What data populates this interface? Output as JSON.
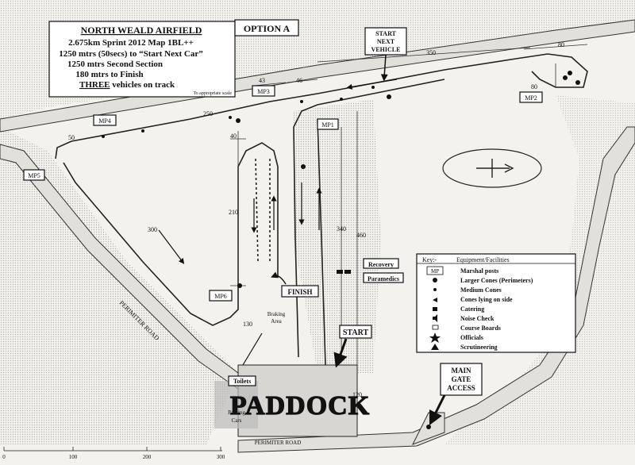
{
  "title_box": {
    "title": "NORTH WEALD AIRFIELD",
    "lines": [
      "2.675km Sprint 2012 Map 1BL++",
      "1250 mtrs (50secs) to “Start Next Car”",
      "1250 mtrs Second Section",
      "180 mtrs to Finish"
    ],
    "vehicles_prefix": "THREE",
    "vehicles_suffix": " vehicles on track",
    "scale_note": "To appropriate scale"
  },
  "option_label": "OPTION A",
  "start_next_vehicle": [
    "START",
    "NEXT",
    "VEHICLE"
  ],
  "marshal_posts": [
    "MP1",
    "MP2",
    "MP3",
    "MP4",
    "MP5",
    "MP6"
  ],
  "distances": [
    "350",
    "80",
    "80",
    "43",
    "46",
    "250",
    "50",
    "40",
    "210",
    "300",
    "340",
    "460",
    "130",
    "120"
  ],
  "labels": {
    "finish": "FINISH",
    "start": "START",
    "paddock": "PADDOCK",
    "recovery": "Recovery",
    "paramedics": "Paramedics",
    "toilets": "Toilets",
    "braking_area": [
      "Braking",
      "Area"
    ],
    "parking": [
      "Parking",
      "Cars"
    ],
    "main_gate": [
      "MAIN",
      "GATE",
      "ACCESS"
    ],
    "perimeter_road": "PERIMITER ROAD",
    "perimeter_road_bottom": "PERIMITER ROAD"
  },
  "key": {
    "header_left": "Key:-",
    "header_right": "Equipment/Facilities",
    "items": [
      {
        "symbol": "MP",
        "text": "Marshal posts"
      },
      {
        "symbol": "large-cone",
        "text": "Larger Cones  (Perimeters)"
      },
      {
        "symbol": "medium-cone",
        "text": "Medium Cones"
      },
      {
        "symbol": "cone-side",
        "text": "Cones lying on side"
      },
      {
        "symbol": "catering",
        "text": "Catering"
      },
      {
        "symbol": "noise",
        "text": "Noise Check"
      },
      {
        "symbol": "course-board",
        "text": "Course Boards"
      },
      {
        "symbol": "officials",
        "text": "Officials"
      },
      {
        "symbol": "scrutineering",
        "text": "Scrutineering"
      }
    ]
  },
  "scale_bar": [
    "0",
    "100",
    "200",
    "300"
  ],
  "colors": {
    "ink": "#111111",
    "paper": "#f4f2ee",
    "road": "#e2e0dc"
  }
}
